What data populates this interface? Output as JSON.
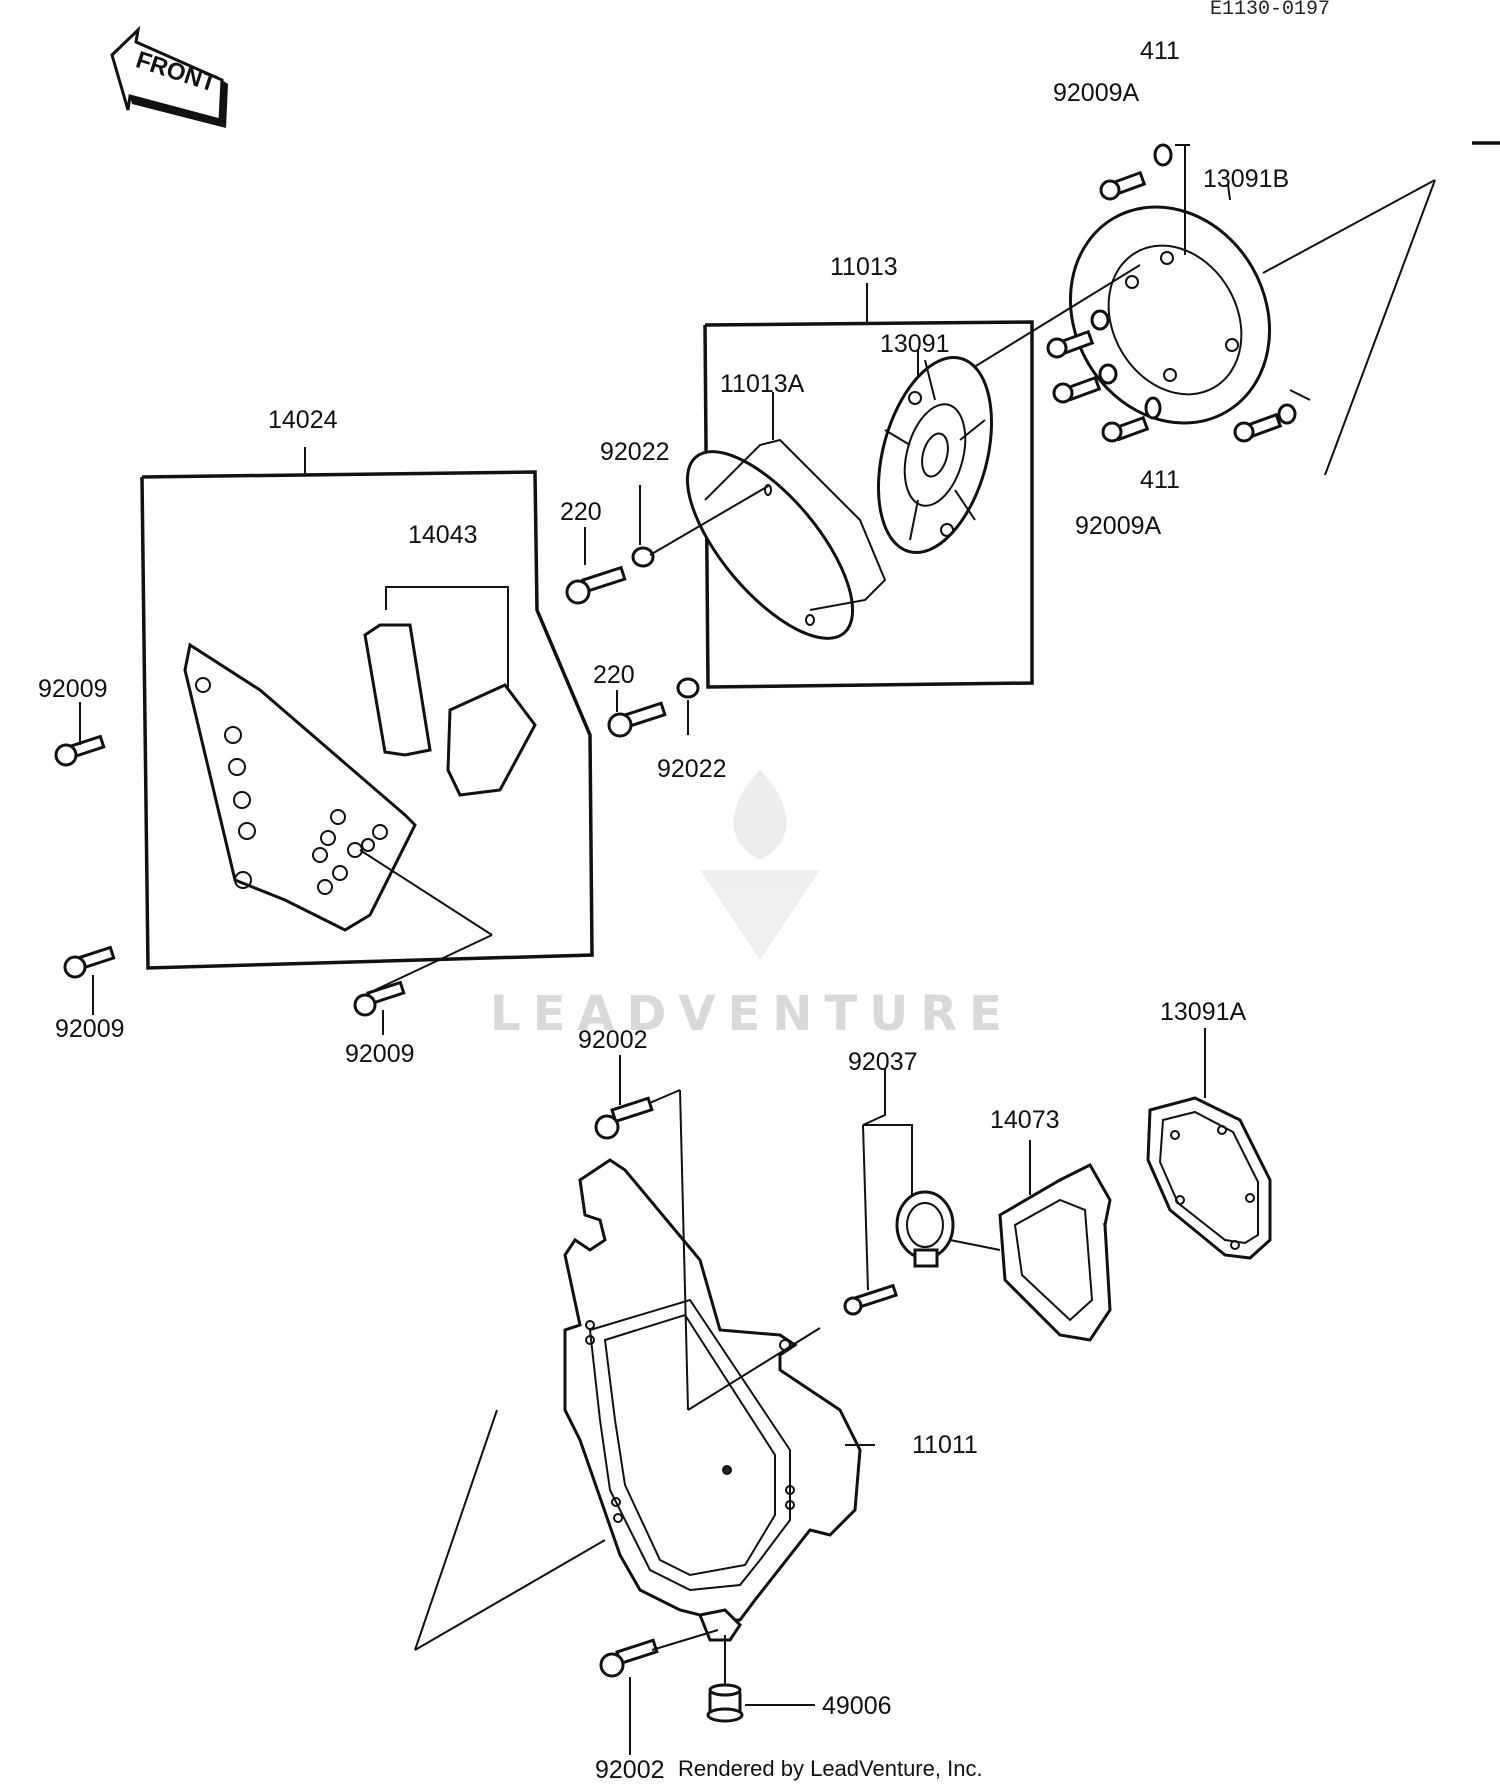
{
  "diagram": {
    "code": "E1130-0197",
    "front_label": "FRONT",
    "watermark": "LEADVENTURE",
    "footer": "Rendered by LeadVenture, Inc.",
    "labels": {
      "p411_top": "411",
      "p92009A_top": "92009A",
      "p13091B": "13091B",
      "p11013": "11013",
      "p13091": "13091",
      "p11013A": "11013A",
      "p14024": "14024",
      "p92022_top": "92022",
      "p220_top": "220",
      "p14043": "14043",
      "p411_bottom": "411",
      "p92009A_bottom": "92009A",
      "p220_mid": "220",
      "p92022_mid": "92022",
      "p92009_left": "92009",
      "p92009_lower_left": "92009",
      "p92009_center": "92009",
      "p92002_top": "92002",
      "p92037": "92037",
      "p13091A": "13091A",
      "p14073": "14073",
      "p11011": "11011",
      "p49006": "49006",
      "p92002_bottom": "92002"
    }
  }
}
